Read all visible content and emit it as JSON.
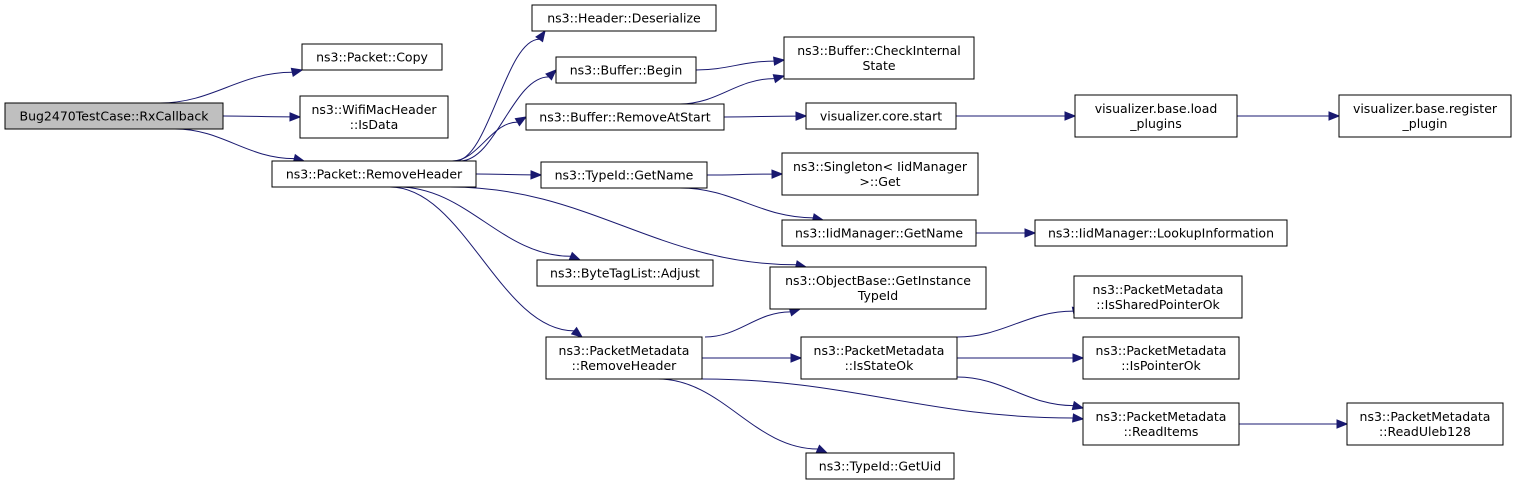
{
  "graph": {
    "title": "Call graph",
    "colors": {
      "edge": "#191970",
      "root_fill": "#bfbfbf",
      "node_fill": "#ffffff",
      "node_border": "#000000"
    },
    "nodes": [
      {
        "id": "rx",
        "lines": [
          "Bug2470TestCase::RxCallback"
        ],
        "root": true
      },
      {
        "id": "copy",
        "lines": [
          "ns3::Packet::Copy"
        ]
      },
      {
        "id": "isdata",
        "lines": [
          "ns3::WifiMacHeader",
          "::IsData"
        ]
      },
      {
        "id": "pktrem",
        "lines": [
          "ns3::Packet::RemoveHeader"
        ]
      },
      {
        "id": "deser",
        "lines": [
          "ns3::Header::Deserialize"
        ]
      },
      {
        "id": "begin",
        "lines": [
          "ns3::Buffer::Begin"
        ]
      },
      {
        "id": "remstart",
        "lines": [
          "ns3::Buffer::RemoveAtStart"
        ]
      },
      {
        "id": "getname",
        "lines": [
          "ns3::TypeId::GetName"
        ]
      },
      {
        "id": "adjust",
        "lines": [
          "ns3::ByteTagList::Adjust"
        ]
      },
      {
        "id": "pmrem",
        "lines": [
          "ns3::PacketMetadata",
          "::RemoveHeader"
        ]
      },
      {
        "id": "checkint",
        "lines": [
          "ns3::Buffer::CheckInternal",
          "State"
        ]
      },
      {
        "id": "vstart",
        "lines": [
          "visualizer.core.start"
        ]
      },
      {
        "id": "singget",
        "lines": [
          "ns3::Singleton< IidManager",
          ">::Get"
        ]
      },
      {
        "id": "iidname",
        "lines": [
          "ns3::IidManager::GetName"
        ]
      },
      {
        "id": "getinst",
        "lines": [
          "ns3::ObjectBase::GetInstance",
          "TypeId"
        ]
      },
      {
        "id": "isstate",
        "lines": [
          "ns3::PacketMetadata",
          "::IsStateOk"
        ]
      },
      {
        "id": "getuid",
        "lines": [
          "ns3::TypeId::GetUid"
        ]
      },
      {
        "id": "loadplug",
        "lines": [
          "visualizer.base.load",
          "_plugins"
        ]
      },
      {
        "id": "lookup",
        "lines": [
          "ns3::IidManager::LookupInformation"
        ]
      },
      {
        "id": "shared",
        "lines": [
          "ns3::PacketMetadata",
          "::IsSharedPointerOk"
        ]
      },
      {
        "id": "ptrok",
        "lines": [
          "ns3::PacketMetadata",
          "::IsPointerOk"
        ]
      },
      {
        "id": "readitems",
        "lines": [
          "ns3::PacketMetadata",
          "::ReadItems"
        ]
      },
      {
        "id": "regplug",
        "lines": [
          "visualizer.base.register",
          "_plugin"
        ]
      },
      {
        "id": "uleb",
        "lines": [
          "ns3::PacketMetadata",
          "::ReadUleb128"
        ]
      }
    ],
    "edges": [
      [
        "rx",
        "copy"
      ],
      [
        "rx",
        "isdata"
      ],
      [
        "rx",
        "pktrem"
      ],
      [
        "pktrem",
        "deser"
      ],
      [
        "pktrem",
        "begin"
      ],
      [
        "pktrem",
        "remstart"
      ],
      [
        "pktrem",
        "getname"
      ],
      [
        "pktrem",
        "adjust"
      ],
      [
        "pktrem",
        "getinst"
      ],
      [
        "pktrem",
        "pmrem"
      ],
      [
        "begin",
        "checkint"
      ],
      [
        "remstart",
        "checkint"
      ],
      [
        "remstart",
        "vstart"
      ],
      [
        "getname",
        "singget"
      ],
      [
        "getname",
        "iidname"
      ],
      [
        "pmrem",
        "getinst"
      ],
      [
        "pmrem",
        "isstate"
      ],
      [
        "pmrem",
        "readitems"
      ],
      [
        "pmrem",
        "getuid"
      ],
      [
        "vstart",
        "loadplug"
      ],
      [
        "loadplug",
        "regplug"
      ],
      [
        "iidname",
        "lookup"
      ],
      [
        "isstate",
        "shared"
      ],
      [
        "isstate",
        "ptrok"
      ],
      [
        "isstate",
        "readitems"
      ],
      [
        "readitems",
        "uleb"
      ]
    ]
  }
}
